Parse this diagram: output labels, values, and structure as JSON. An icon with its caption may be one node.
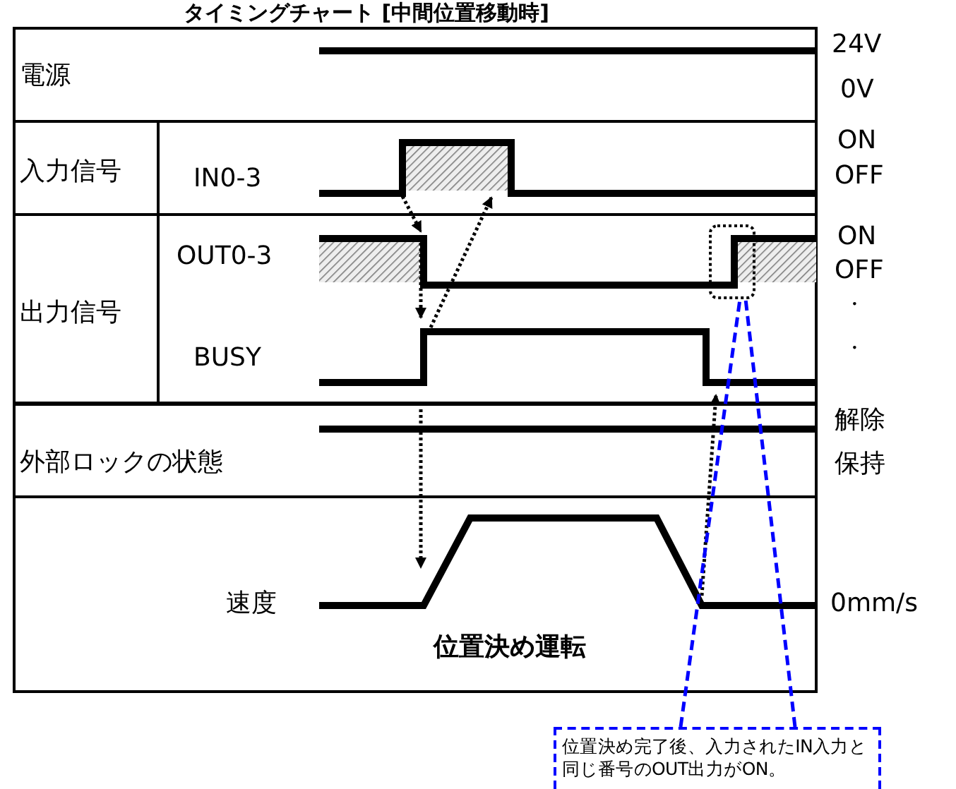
{
  "diagram": {
    "title": "タイミングチャート [中間位置移動時]",
    "nodes": [
      {
        "text": [
          "電源"
        ]
      },
      {
        "text": [
          "入力信号"
        ]
      },
      {
        "text": [
          "IN0-3"
        ]
      },
      {
        "text": [
          "出力信号"
        ]
      },
      {
        "text": [
          "OUT0-3"
        ]
      },
      {
        "text": [
          "BUSY"
        ]
      },
      {
        "text": [
          "外部ロックの状態"
        ]
      },
      {
        "text": [
          "速度"
        ]
      },
      {
        "text": [],
        "shape": "box"
      },
      {
        "text": [
          "位置決め完了後、入力されたIN入力と同じ番号のOUT出力がON。"
        ]
      }
    ],
    "edges": [
      {
        "from": 9,
        "to": 8,
        "arrow": "none",
        "style": "dashed",
        "color": "#0000ff"
      },
      {
        "from": 9,
        "to": 8,
        "arrow": "none",
        "style": "dashed",
        "color": "#0000ff"
      }
    ],
    "labels": [
      "24V",
      "0V",
      "ON",
      "OFF",
      "ON",
      "OFF",
      "・",
      "・",
      "解除",
      "保持",
      "0mm/s",
      "位置決め運転"
    ]
  }
}
